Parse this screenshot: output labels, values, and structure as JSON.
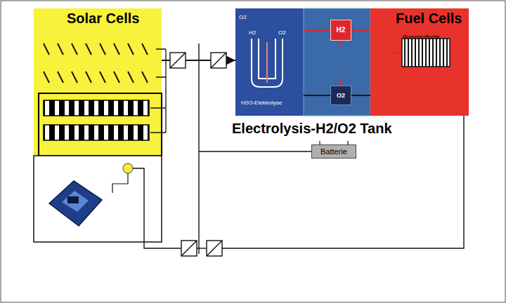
{
  "diagram": {
    "nodes": [
      {
        "text": [
          "Solar Cells"
        ]
      },
      {
        "text": [
          "O2",
          "H2",
          "O2",
          "H2O-Elektrolyse"
        ]
      },
      {
        "text": [
          "H2"
        ]
      },
      {
        "text": [
          "O2"
        ]
      },
      {
        "text": [
          "Fuel Cells",
          "Brennstoffzelle"
        ]
      },
      {
        "text": [
          "Batterie"
        ]
      }
    ],
    "edges": [
      {
        "from": 0,
        "to": 1,
        "arrow": "to"
      },
      {
        "from": 1,
        "to": 2,
        "arrow": "none"
      },
      {
        "from": 1,
        "to": 3,
        "arrow": "none"
      },
      {
        "from": 2,
        "to": 4,
        "arrow": "none"
      },
      {
        "from": 3,
        "to": 4,
        "arrow": "none"
      }
    ],
    "labels": [
      "Electrolysis-H2/O2 Tank"
    ]
  }
}
